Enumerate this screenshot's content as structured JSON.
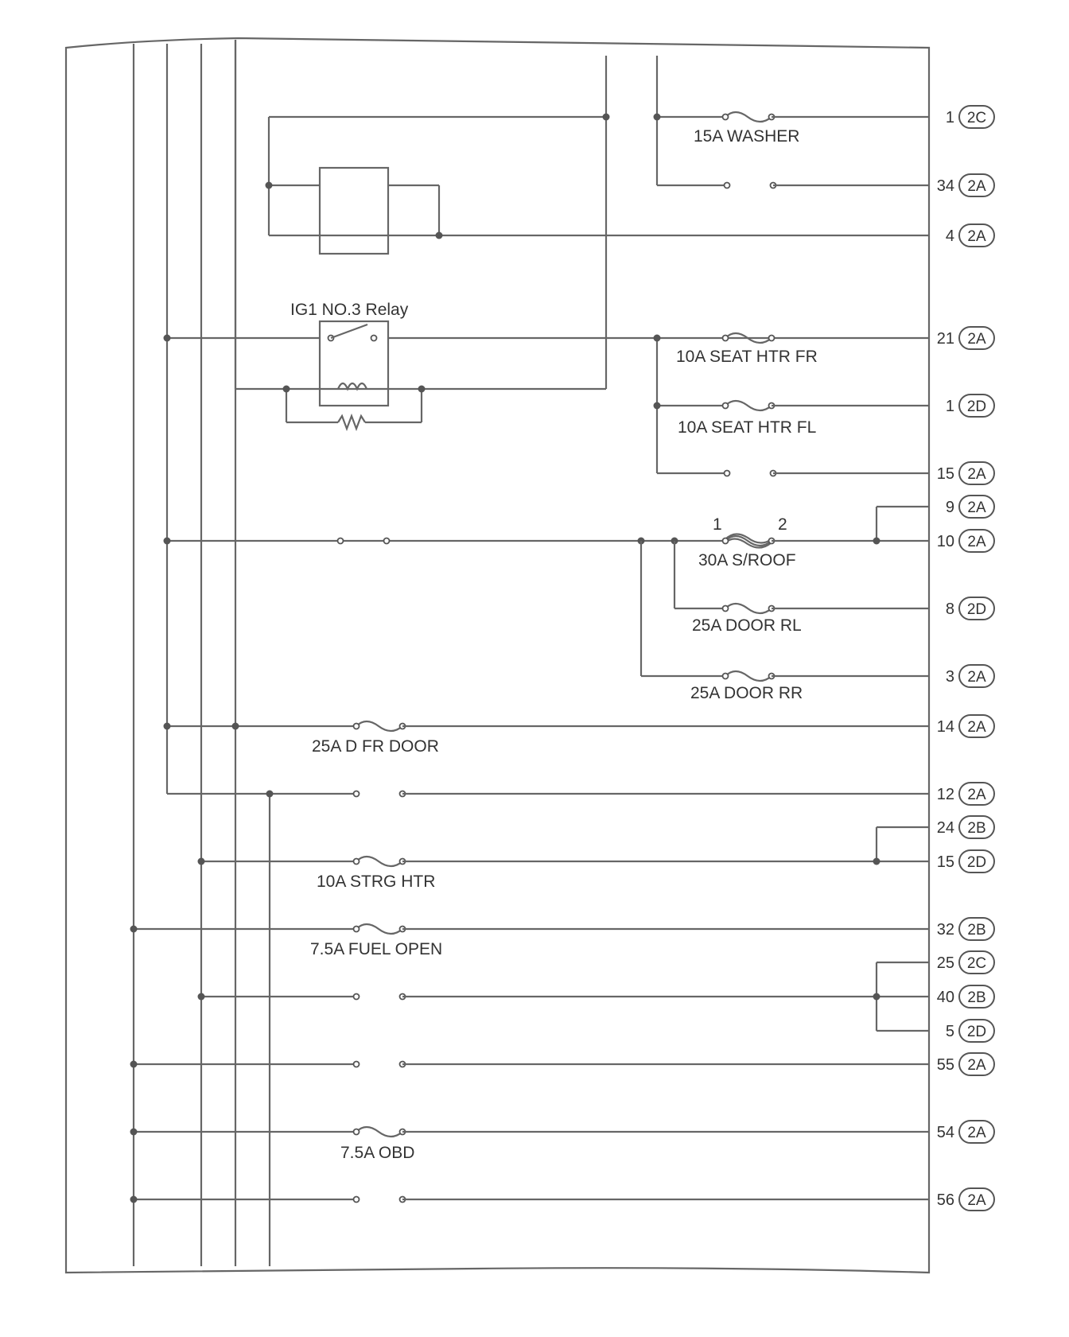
{
  "relay": {
    "label": "IG1 NO.3 Relay"
  },
  "fuses": {
    "washer": "15A WASHER",
    "seat_htr_fr": "10A SEAT HTR FR",
    "seat_htr_fl": "10A SEAT HTR FL",
    "sroof": "30A S/ROOF",
    "sroof_pin1": "1",
    "sroof_pin2": "2",
    "door_rl": "25A DOOR RL",
    "door_rr": "25A DOOR RR",
    "d_fr_door": "25A D FR DOOR",
    "strg_htr": "10A STRG HTR",
    "fuel_open": "7.5A FUEL OPEN",
    "obd": "7.5A OBD"
  },
  "terminals": [
    {
      "pin": "1",
      "conn": "2C"
    },
    {
      "pin": "34",
      "conn": "2A"
    },
    {
      "pin": "4",
      "conn": "2A"
    },
    {
      "pin": "21",
      "conn": "2A"
    },
    {
      "pin": "1",
      "conn": "2D"
    },
    {
      "pin": "15",
      "conn": "2A"
    },
    {
      "pin": "9",
      "conn": "2A"
    },
    {
      "pin": "10",
      "conn": "2A"
    },
    {
      "pin": "8",
      "conn": "2D"
    },
    {
      "pin": "3",
      "conn": "2A"
    },
    {
      "pin": "14",
      "conn": "2A"
    },
    {
      "pin": "12",
      "conn": "2A"
    },
    {
      "pin": "24",
      "conn": "2B"
    },
    {
      "pin": "15",
      "conn": "2D"
    },
    {
      "pin": "32",
      "conn": "2B"
    },
    {
      "pin": "25",
      "conn": "2C"
    },
    {
      "pin": "40",
      "conn": "2B"
    },
    {
      "pin": "5",
      "conn": "2D"
    },
    {
      "pin": "55",
      "conn": "2A"
    },
    {
      "pin": "54",
      "conn": "2A"
    },
    {
      "pin": "56",
      "conn": "2A"
    }
  ]
}
